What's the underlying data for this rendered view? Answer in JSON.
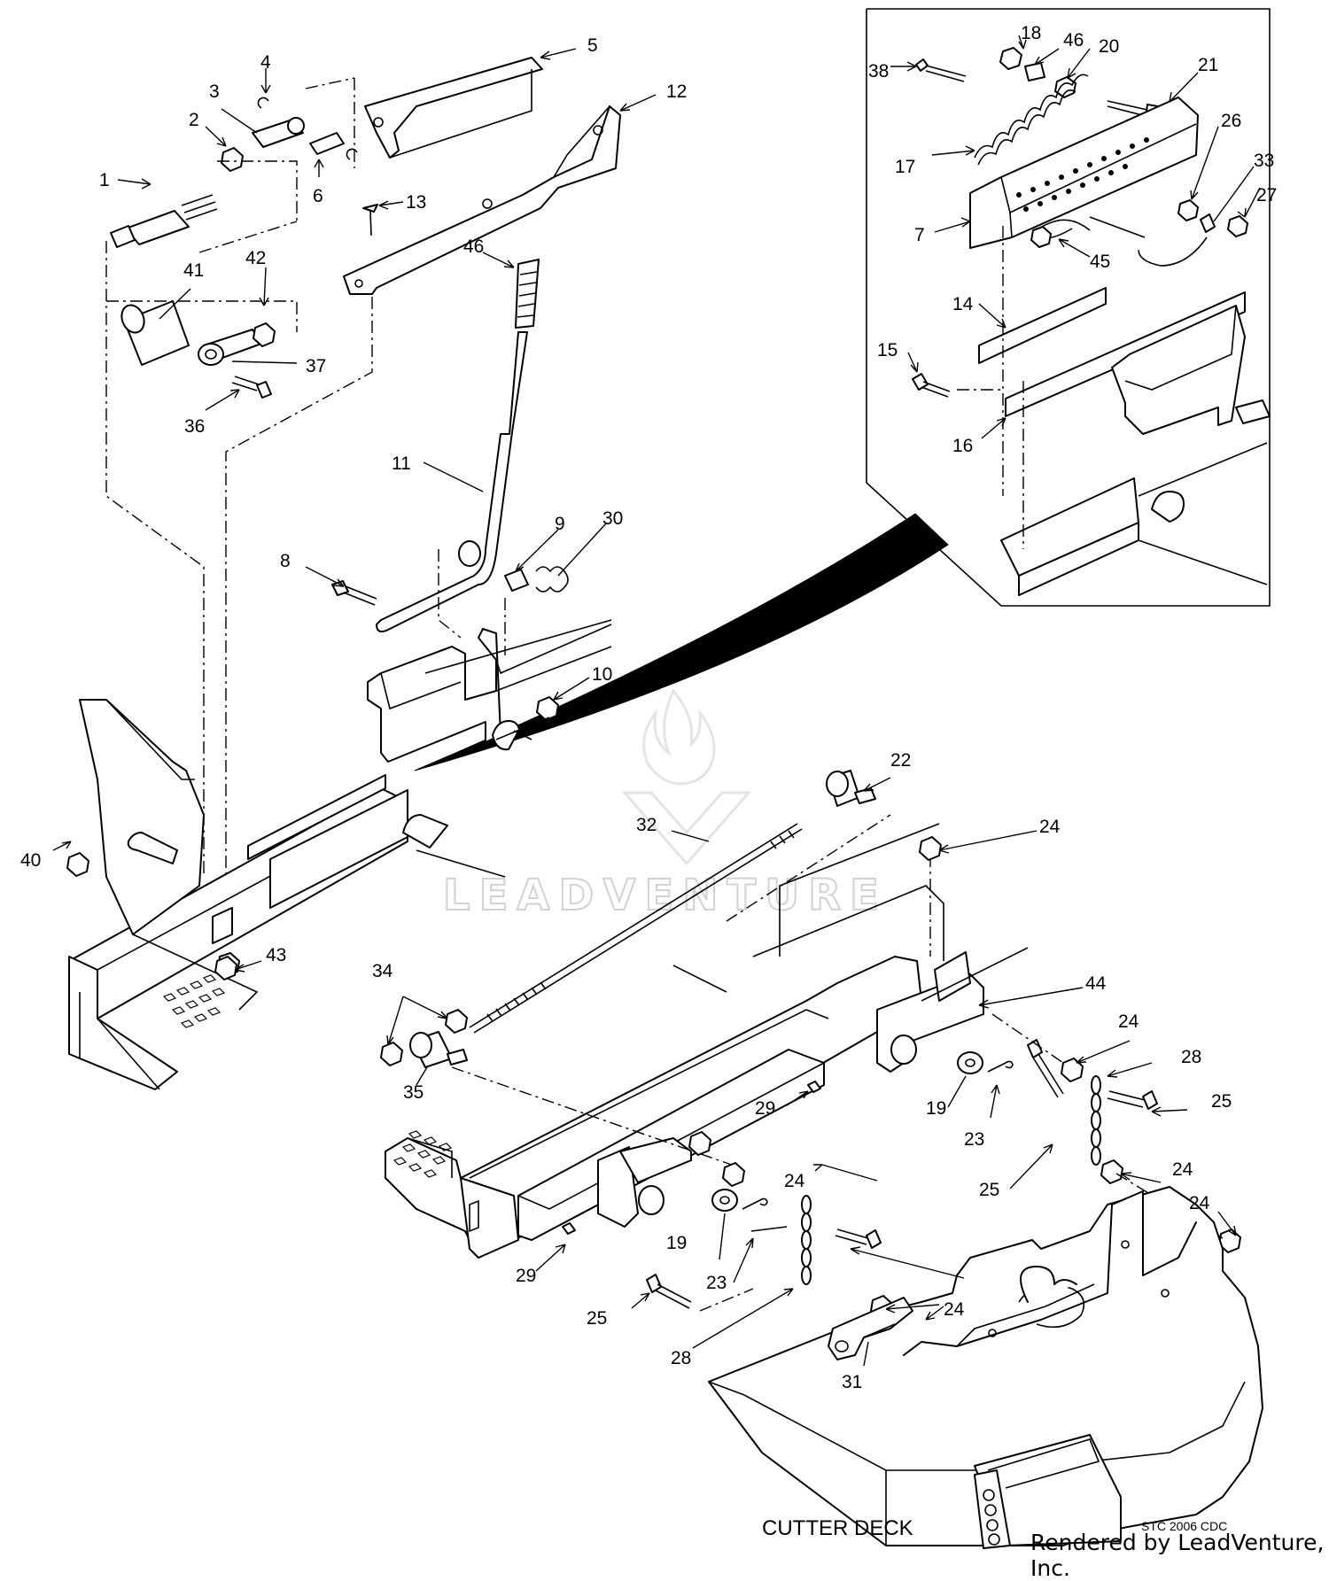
{
  "diagram": {
    "callouts": [
      {
        "label": "1"
      },
      {
        "label": "2"
      },
      {
        "label": "3"
      },
      {
        "label": "4"
      },
      {
        "label": "5"
      },
      {
        "label": "6"
      },
      {
        "label": "12"
      },
      {
        "label": "13"
      },
      {
        "label": "41"
      },
      {
        "label": "42"
      },
      {
        "label": "37"
      },
      {
        "label": "36"
      },
      {
        "label": "46"
      },
      {
        "label": "11"
      },
      {
        "label": "8"
      },
      {
        "label": "9"
      },
      {
        "label": "30"
      },
      {
        "label": "10"
      },
      {
        "label": "40"
      },
      {
        "label": "43"
      },
      {
        "label": "32"
      },
      {
        "label": "22"
      },
      {
        "label": "24"
      },
      {
        "label": "34"
      },
      {
        "label": "35"
      },
      {
        "label": "44"
      },
      {
        "label": "24"
      },
      {
        "label": "28"
      },
      {
        "label": "25"
      },
      {
        "label": "29"
      },
      {
        "label": "19"
      },
      {
        "label": "23"
      },
      {
        "label": "24"
      },
      {
        "label": "25"
      },
      {
        "label": "24"
      },
      {
        "label": "24"
      },
      {
        "label": "19"
      },
      {
        "label": "23"
      },
      {
        "label": "29"
      },
      {
        "label": "25"
      },
      {
        "label": "28"
      },
      {
        "label": "24"
      },
      {
        "label": "31"
      },
      {
        "label": "18"
      },
      {
        "label": "46"
      },
      {
        "label": "20"
      },
      {
        "label": "21"
      },
      {
        "label": "38"
      },
      {
        "label": "17"
      },
      {
        "label": "26"
      },
      {
        "label": "33"
      },
      {
        "label": "27"
      },
      {
        "label": "7"
      },
      {
        "label": "45"
      },
      {
        "label": "14"
      },
      {
        "label": "15"
      },
      {
        "label": "16"
      }
    ],
    "deck_label": "CUTTER DECK",
    "code_label": "STC 2006 CDC",
    "render_label": "Rendered by LeadVenture, Inc.",
    "watermark": "LEADVENTURE"
  }
}
